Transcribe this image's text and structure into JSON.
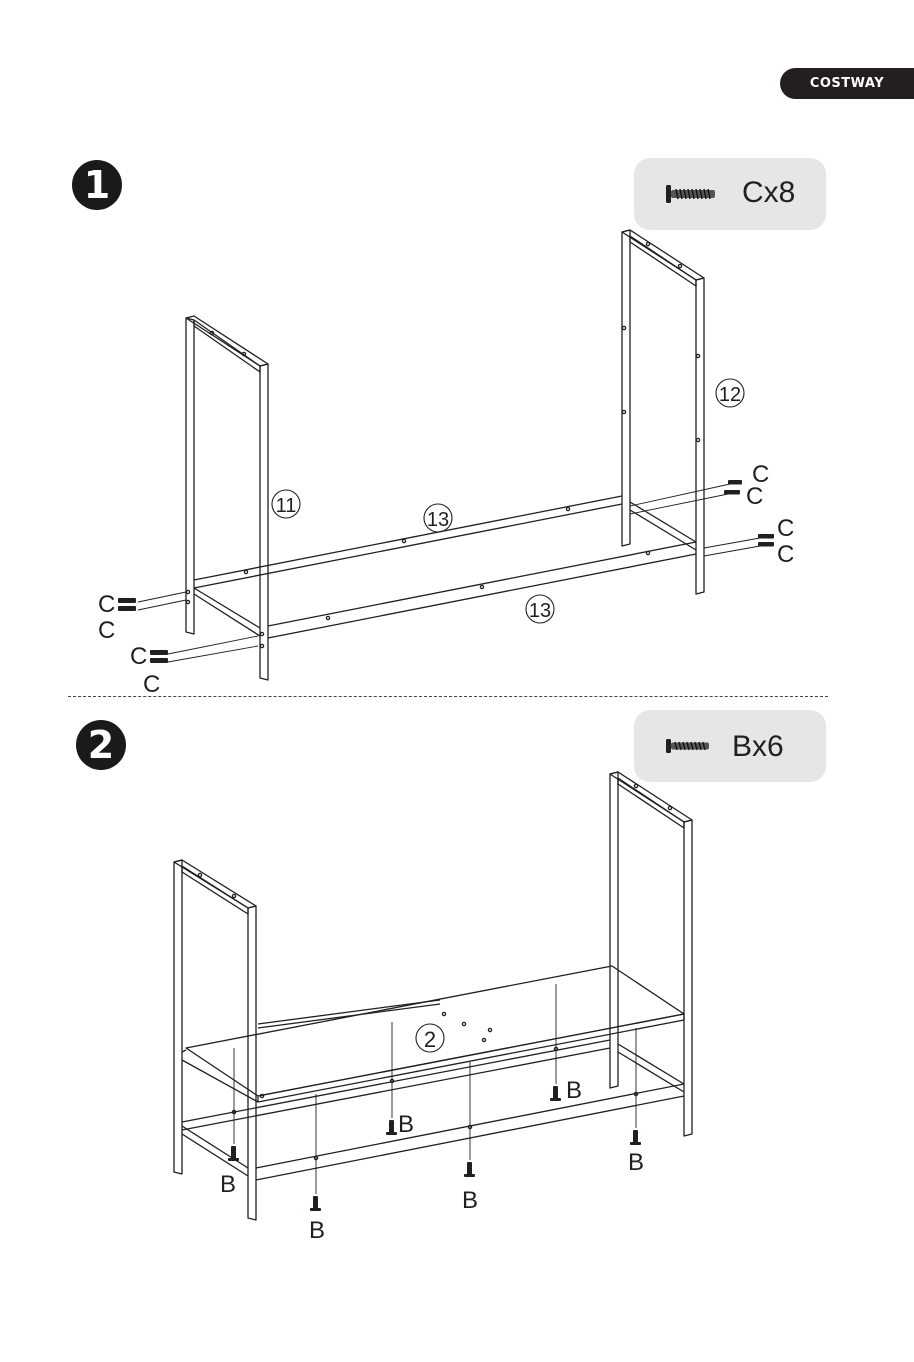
{
  "brand": {
    "name": "COSTWAY"
  },
  "steps": [
    {
      "number": "1",
      "hardware": {
        "icon": "screw-c-icon",
        "label": "Cx8"
      },
      "part_labels": {
        "left_frame": "11",
        "right_frame": "12",
        "rail_back": "13",
        "rail_front": "13"
      },
      "screw_callout": "C"
    },
    {
      "number": "2",
      "hardware": {
        "icon": "screw-b-icon",
        "label": "Bx6"
      },
      "part_labels": {
        "shelf_panel": "2"
      },
      "screw_callout": "B"
    }
  ],
  "colors": {
    "ink": "#231f20",
    "box": "#e6e6e7",
    "brand_bg": "#231f20"
  }
}
